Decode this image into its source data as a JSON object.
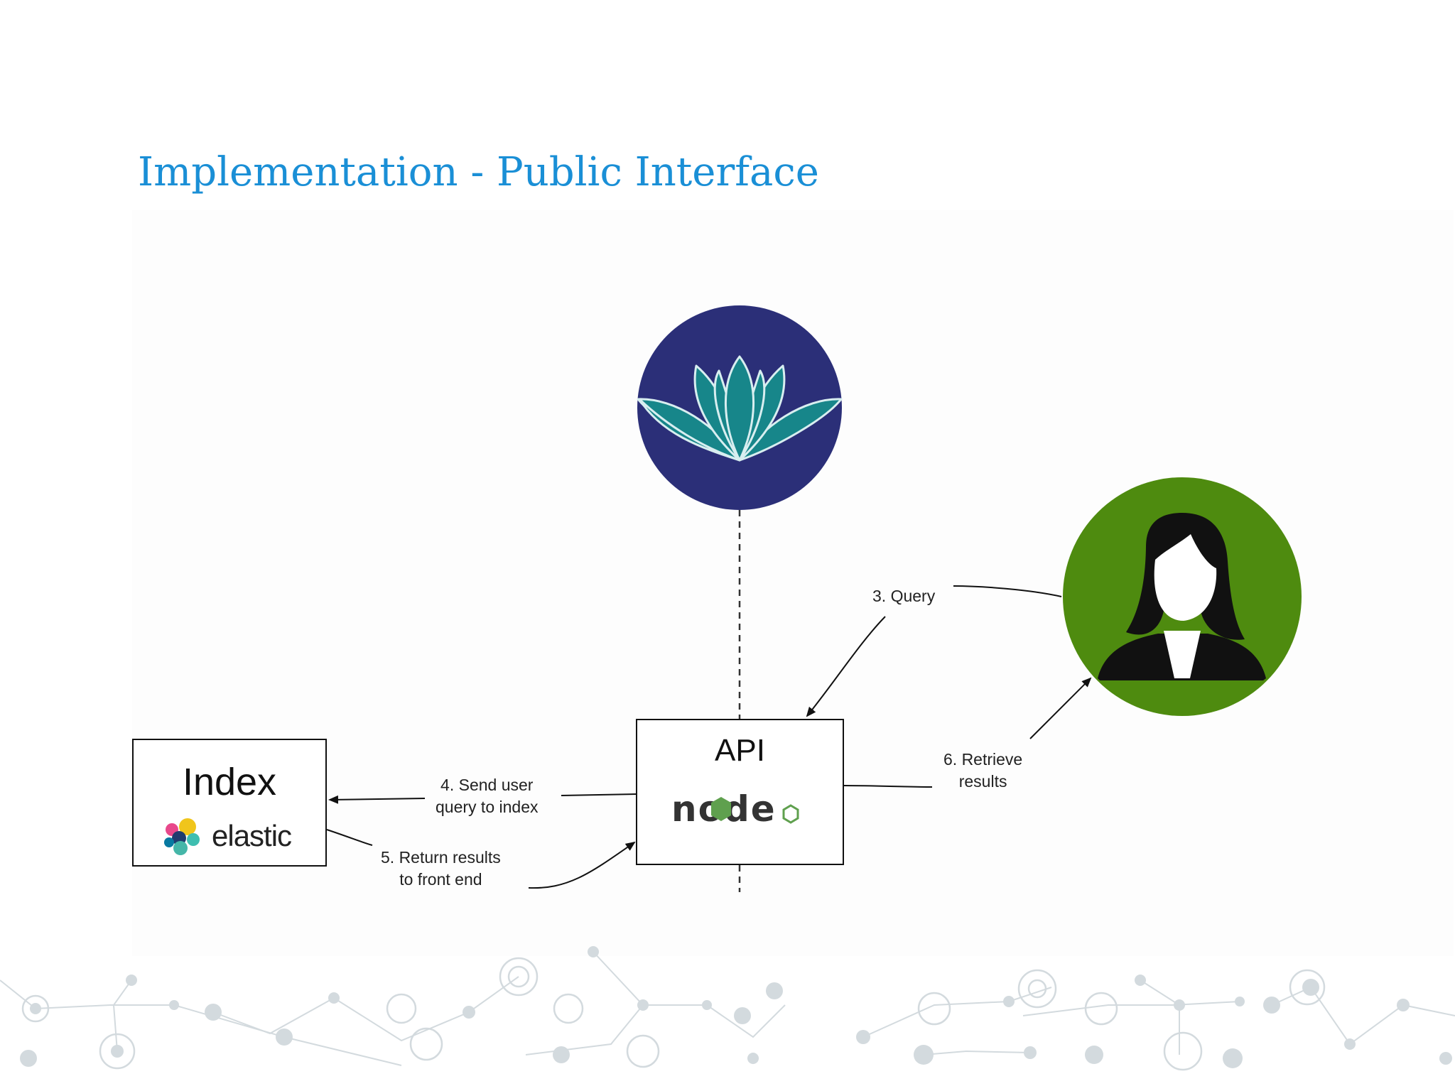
{
  "slide": {
    "title": "Implementation - Public Interface"
  },
  "diagram": {
    "nodes": {
      "index": {
        "label": "Index",
        "sublabel": "elastic",
        "icon": "elastic-logo-icon"
      },
      "api": {
        "label": "API",
        "sublabel": "node",
        "icon": "nodejs-logo-icon"
      },
      "app": {
        "icon": "lotus-logo-icon",
        "color": "#2b2f78"
      },
      "user": {
        "icon": "user-avatar-icon",
        "color": "#4e8b0f"
      }
    },
    "edges": {
      "query": "3. Query",
      "send_line1": "4. Send user",
      "send_line2": "query to index",
      "return_line1": "5. Return results",
      "return_line2": "to front end",
      "retrieve_line1": "6. Retrieve",
      "retrieve_line2": "results"
    }
  },
  "colors": {
    "title": "#1a8fd6",
    "lotus_bg": "#2b2f78",
    "lotus_petal": "#17868a",
    "user_bg": "#4e8b0f",
    "node_green": "#5fa04e"
  }
}
